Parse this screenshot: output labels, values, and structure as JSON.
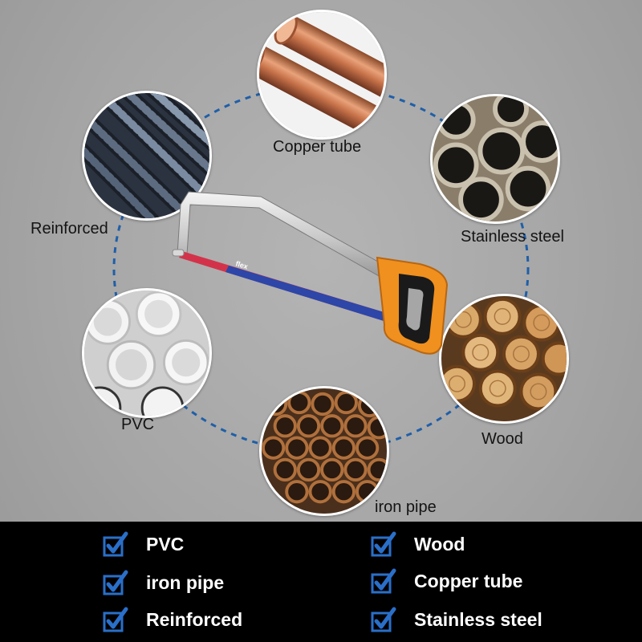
{
  "materials": {
    "copper": "Copper tube",
    "stainless": "Stainless steel",
    "reinforced": "Reinforced",
    "wood": "Wood",
    "pvc": "PVC",
    "iron": "iron pipe"
  },
  "saw": {
    "brand": "flex"
  },
  "checklist": {
    "left": [
      "PVC",
      "iron pipe",
      "Reinforced"
    ],
    "right": [
      "Wood",
      "Copper tube",
      "Stainless steel"
    ]
  },
  "colors": {
    "ring": "#1f5fa8",
    "check_blue": "#2a6fc9",
    "handle_orange": "#f0901e",
    "blade_red": "#d3334a",
    "blade_blue": "#2d46a8",
    "bottom_bar": "#000000"
  },
  "icons": {
    "check": "checked-box-icon"
  }
}
